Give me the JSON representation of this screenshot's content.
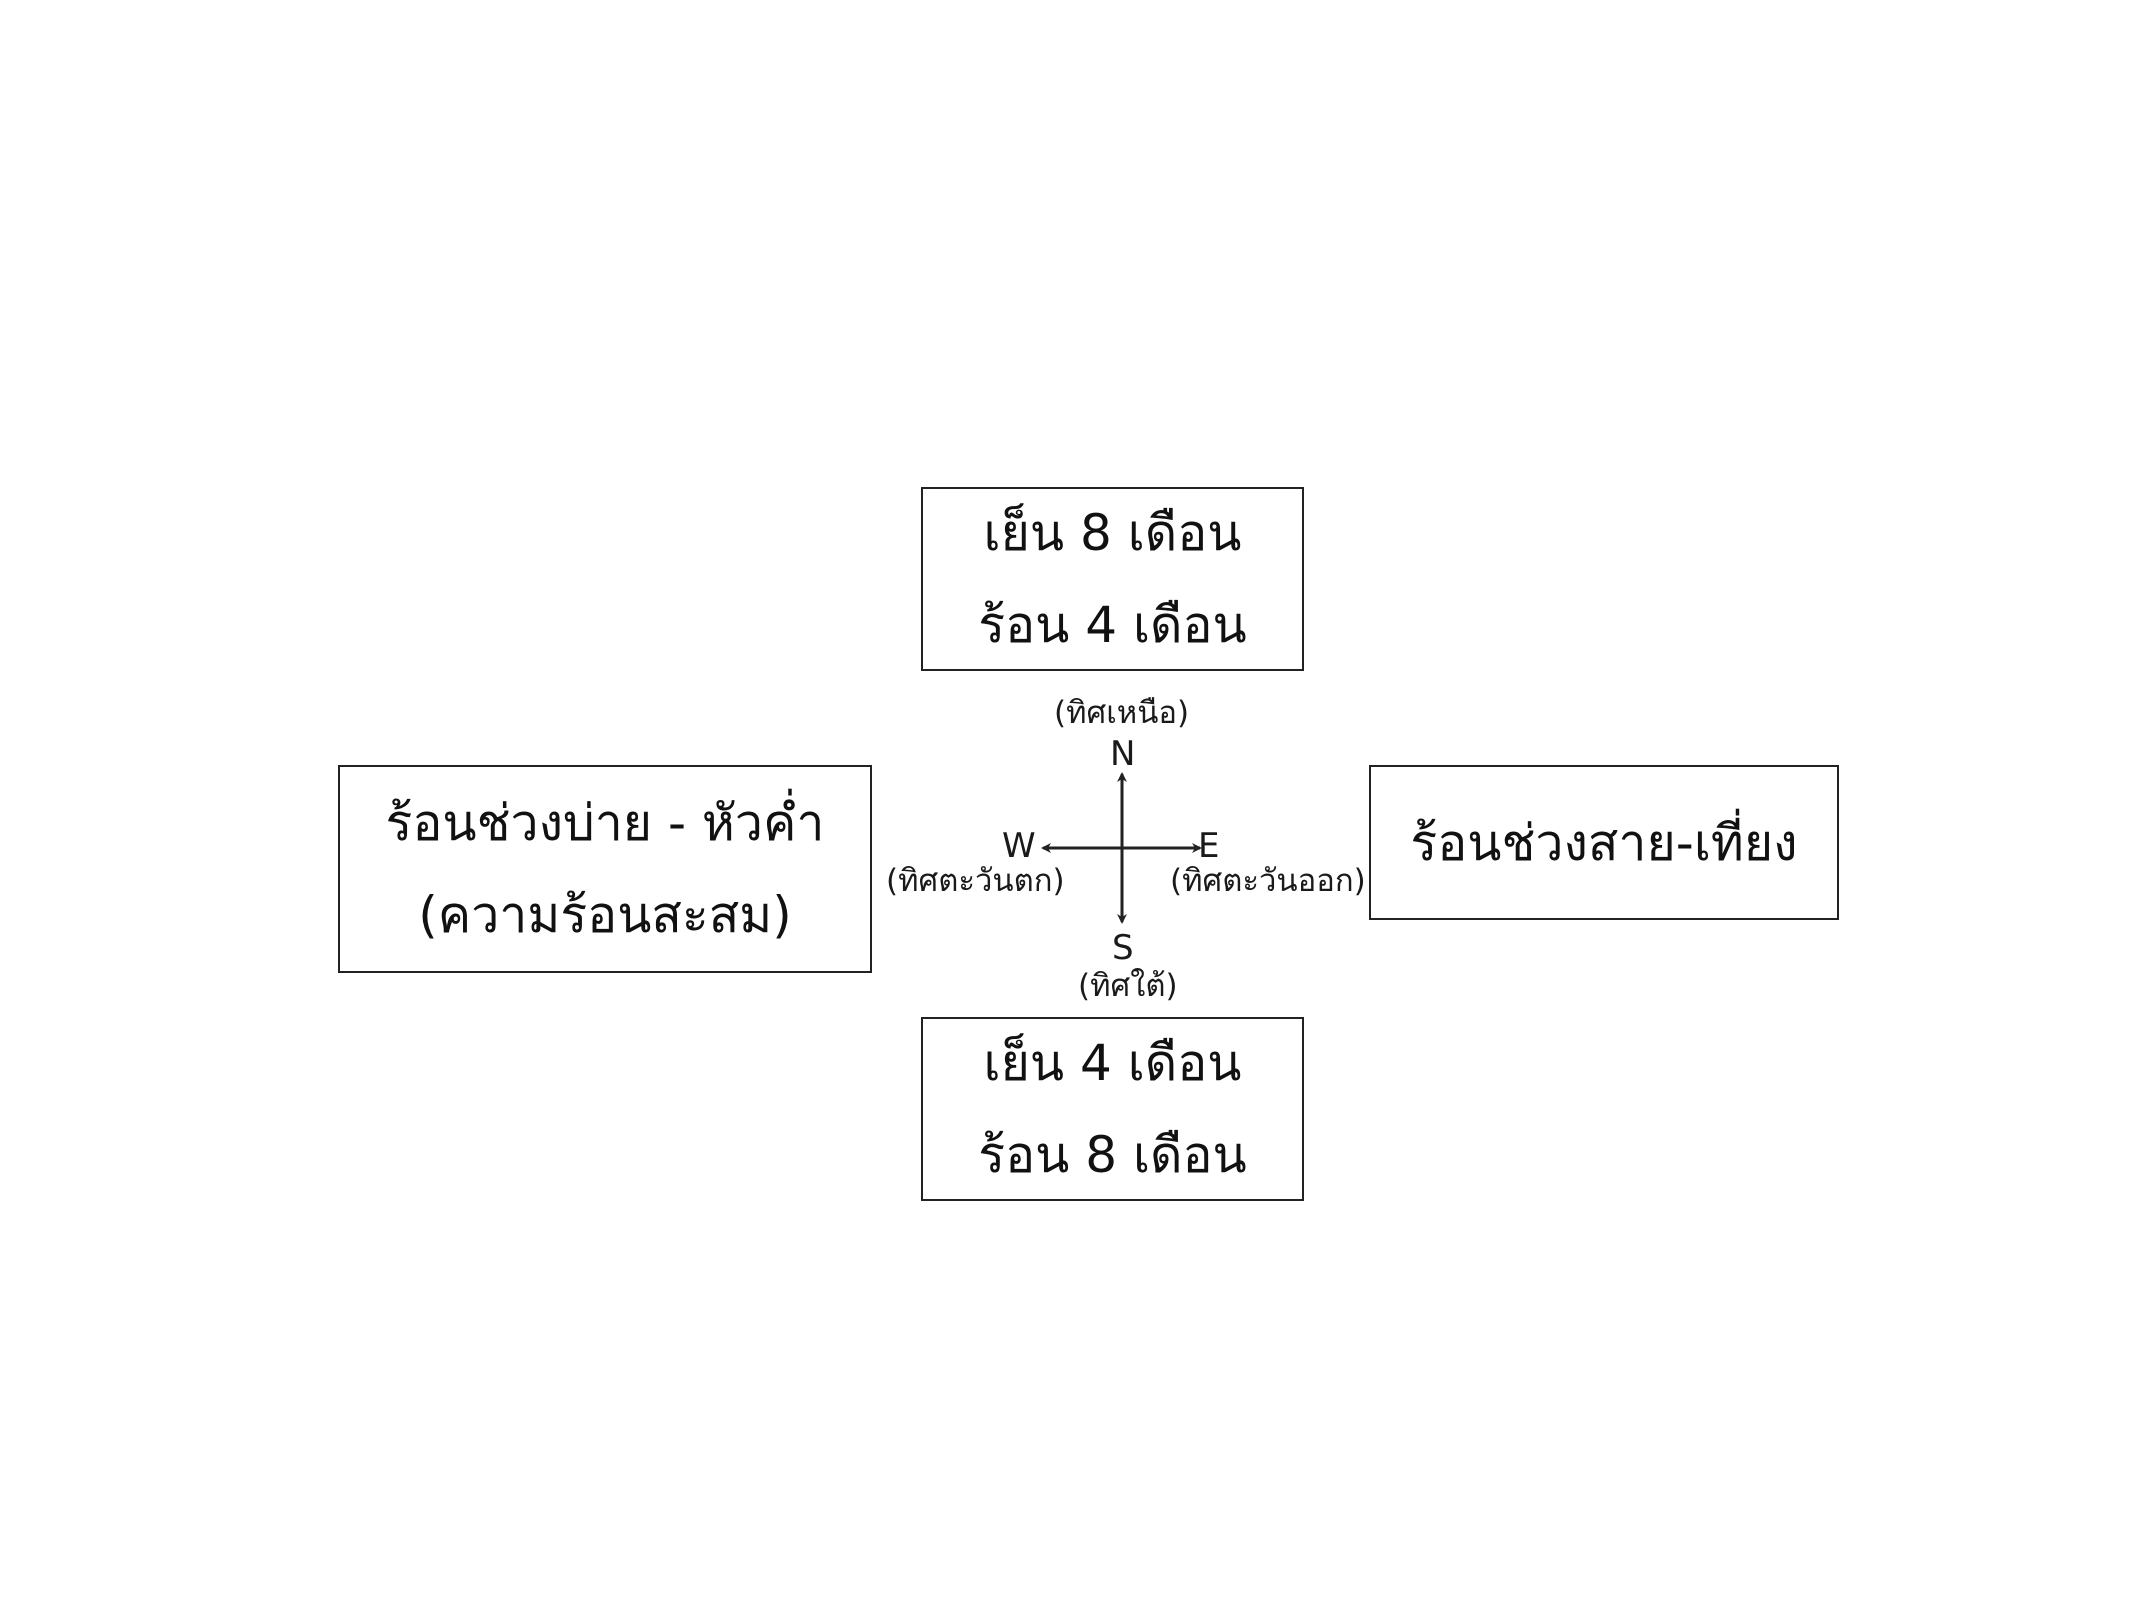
{
  "boxes": {
    "north": {
      "line1": "เย็น 8 เดือน",
      "line2": "ร้อน 4 เดือน"
    },
    "south": {
      "line1": "เย็น 4 เดือน",
      "line2": "ร้อน 8 เดือน"
    },
    "west": {
      "line1": "ร้อนช่วงบ่าย - หัวค่ำ",
      "line2": "(ความร้อนสะสม)"
    },
    "east": {
      "line1": "ร้อนช่วงสาย-เที่ยง"
    }
  },
  "compass": {
    "north": {
      "letter": "N",
      "label": "(ทิศเหนือ)"
    },
    "south": {
      "letter": "S",
      "label": "(ทิศใต้)"
    },
    "east": {
      "letter": "E",
      "label": "(ทิศตะวันออก)"
    },
    "west": {
      "letter": "W",
      "label": "(ทิศตะวันตก)"
    },
    "stroke_color": "#222222"
  }
}
